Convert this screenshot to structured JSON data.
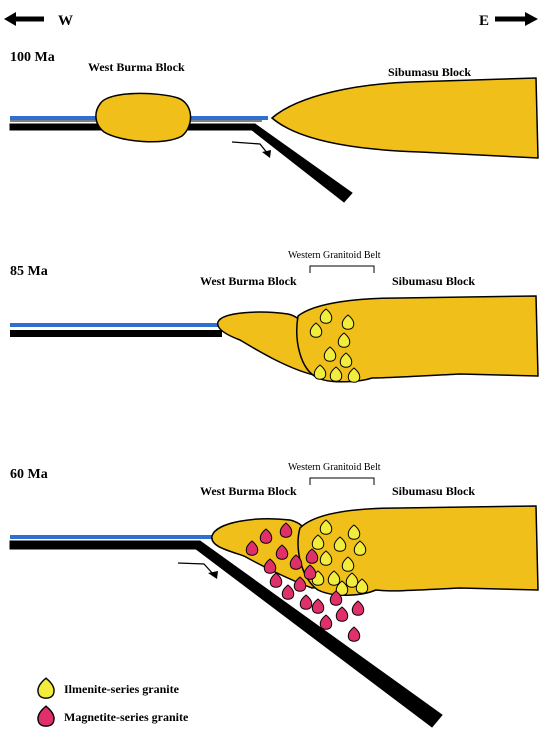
{
  "compass": {
    "west": "W",
    "east": "E"
  },
  "panels": [
    {
      "age": "100 Ma",
      "west_block": "West Burma Block",
      "east_block": "Sibumasu Block"
    },
    {
      "age": "85 Ma",
      "west_block": "West Burma Block",
      "east_block": "Sibumasu Block",
      "belt": "Western Granitoid Belt"
    },
    {
      "age": "60 Ma",
      "west_block": "West Burma Block",
      "east_block": "Sibumasu Block",
      "belt": "Western Granitoid Belt"
    }
  ],
  "legend": [
    {
      "label": "Ilmenite-series granite",
      "color": "#f2ec3c"
    },
    {
      "label": "Magnetite-series granite",
      "color": "#e0306a"
    }
  ],
  "colors": {
    "block": "#f0bf1a",
    "ocean": "#2f6fd0",
    "slab": "#000000"
  }
}
